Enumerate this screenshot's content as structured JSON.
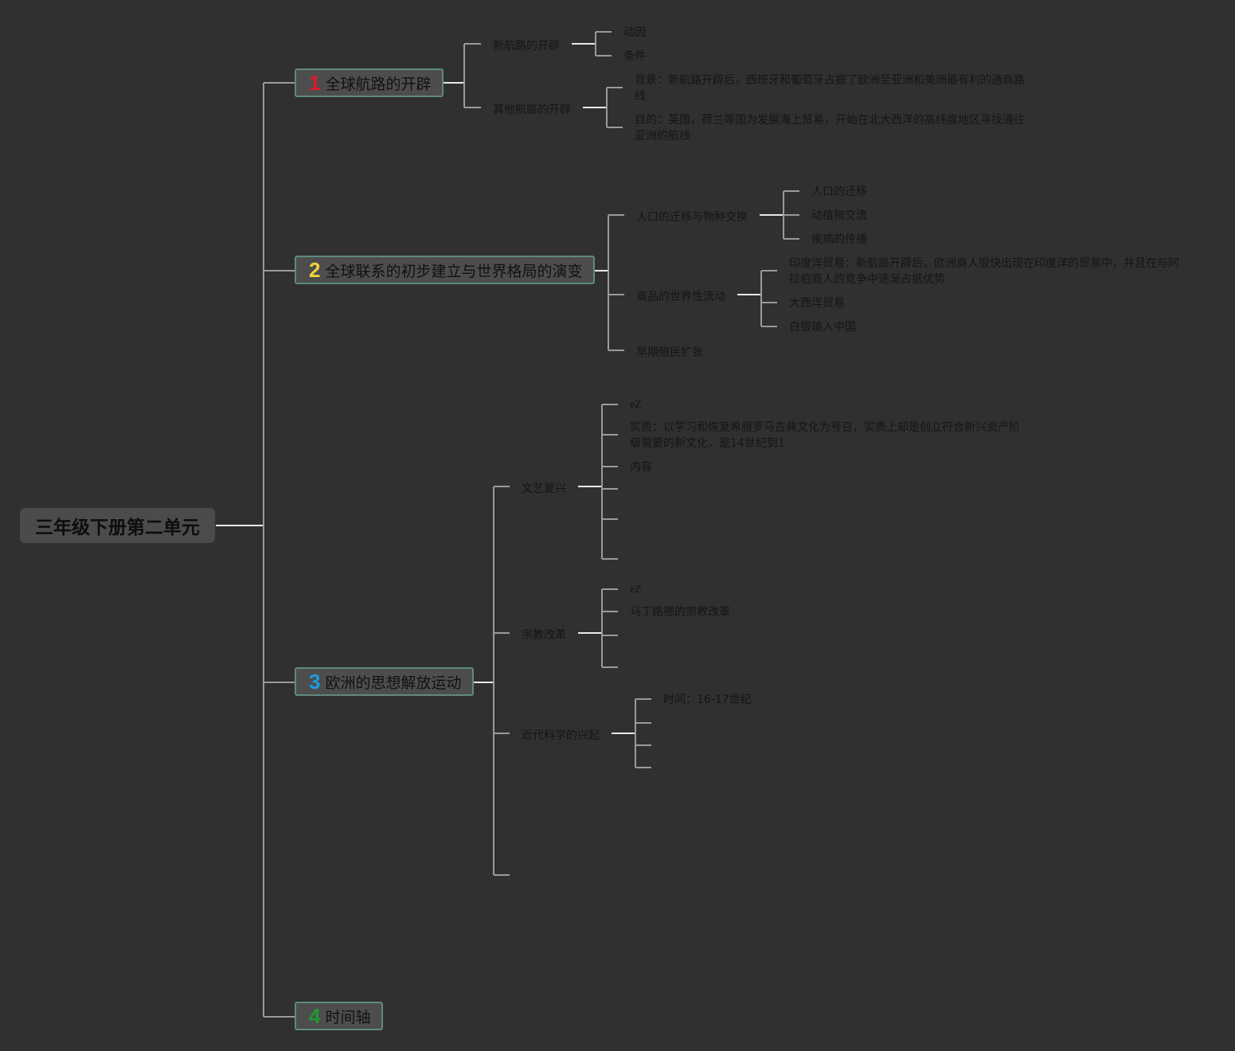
{
  "colors": {
    "background": "#303030",
    "root_fill": "#4b4b4b",
    "topic_fill": "#4d4d4d",
    "topic_border": "#5f8a7c",
    "connector_main": "#e8e8e8",
    "connector_branch": "#9a9a9a",
    "badge_1": "#e0192b",
    "badge_2": "#f2d23a",
    "badge_3": "#1e9be0",
    "badge_4": "#1f9a2e"
  },
  "root": {
    "label": "三年级下册第二单元"
  },
  "topics": [
    {
      "badge": "1",
      "label": "全球航路的开辟",
      "children": [
        {
          "label": "新航路的开辟",
          "children": [
            "动因",
            "条件"
          ]
        },
        {
          "label": "其他航路的开辟",
          "children": [
            "背景：新航路开辟后，西班牙和葡萄牙占据了欧洲至亚洲和美洲最有利的通商路线",
            "目的：英国，荷兰等国为发展海上贸易，开始在北大西洋的高纬度地区寻找通往亚洲的航线"
          ]
        }
      ]
    },
    {
      "badge": "2",
      "label": "全球联系的初步建立与世界格局的演变",
      "children": [
        {
          "label": "人口的迁移与物种交换",
          "children": [
            "人口的迁移",
            "动植物交流",
            "疾病的传播"
          ]
        },
        {
          "label": "商品的世界性流动",
          "children": [
            "印度洋贸易：新航路开辟后，欧洲商人很快出现在印度洋的贸易中，并且在与阿拉伯商人的竞争中逐渐占据优势",
            "大西洋贸易",
            "白银输入中国"
          ]
        },
        {
          "label": "早期殖民扩张",
          "children": []
        }
      ]
    },
    {
      "badge": "3",
      "label": "欧洲的思想解放运动",
      "children": [
        {
          "label": "文艺复兴",
          "children": [
            "eZ",
            "实质：以学习和恢复希腊罗马古典文化为号召，实质上却是创立符合新兴资产阶级需要的新文化，是14世纪到1",
            "内容",
            "",
            "",
            ""
          ]
        },
        {
          "label": "宗教改革",
          "children": [
            "eZ",
            "马丁路德的宗教改革",
            "",
            ""
          ]
        },
        {
          "label": "近代科学的兴起",
          "children": [
            "时间：16-17世纪",
            "",
            "",
            ""
          ]
        },
        {
          "label": "",
          "children": []
        }
      ]
    },
    {
      "badge": "4",
      "label": "时间轴",
      "children": []
    }
  ]
}
